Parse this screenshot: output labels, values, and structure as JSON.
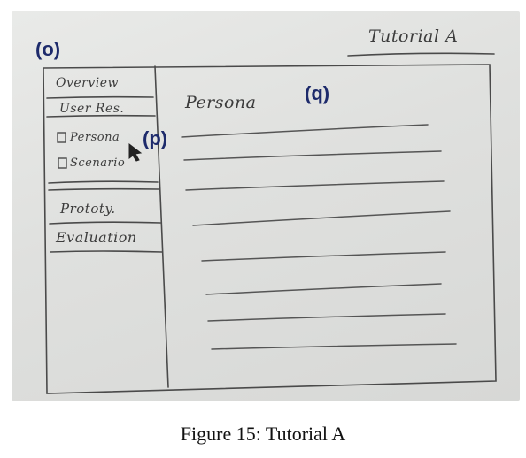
{
  "sketch": {
    "tab_label": "Tutorial A",
    "sidebar": {
      "items": [
        {
          "label": "Overview"
        },
        {
          "label": "User Res."
        },
        {
          "label": "Persona",
          "checkbox": true
        },
        {
          "label": "Scenario",
          "checkbox": true
        },
        {
          "label": "Prototy."
        },
        {
          "label": "Evaluation"
        }
      ]
    },
    "main": {
      "title": "Persona"
    }
  },
  "annotations": {
    "o": "(o)",
    "p": "(p)",
    "q": "(q)"
  },
  "caption": "Figure 15: Tutorial A",
  "colors": {
    "annotation": "#1d2a6b",
    "pencil": "#3c3c3c",
    "paper": "#e3e4e2"
  }
}
